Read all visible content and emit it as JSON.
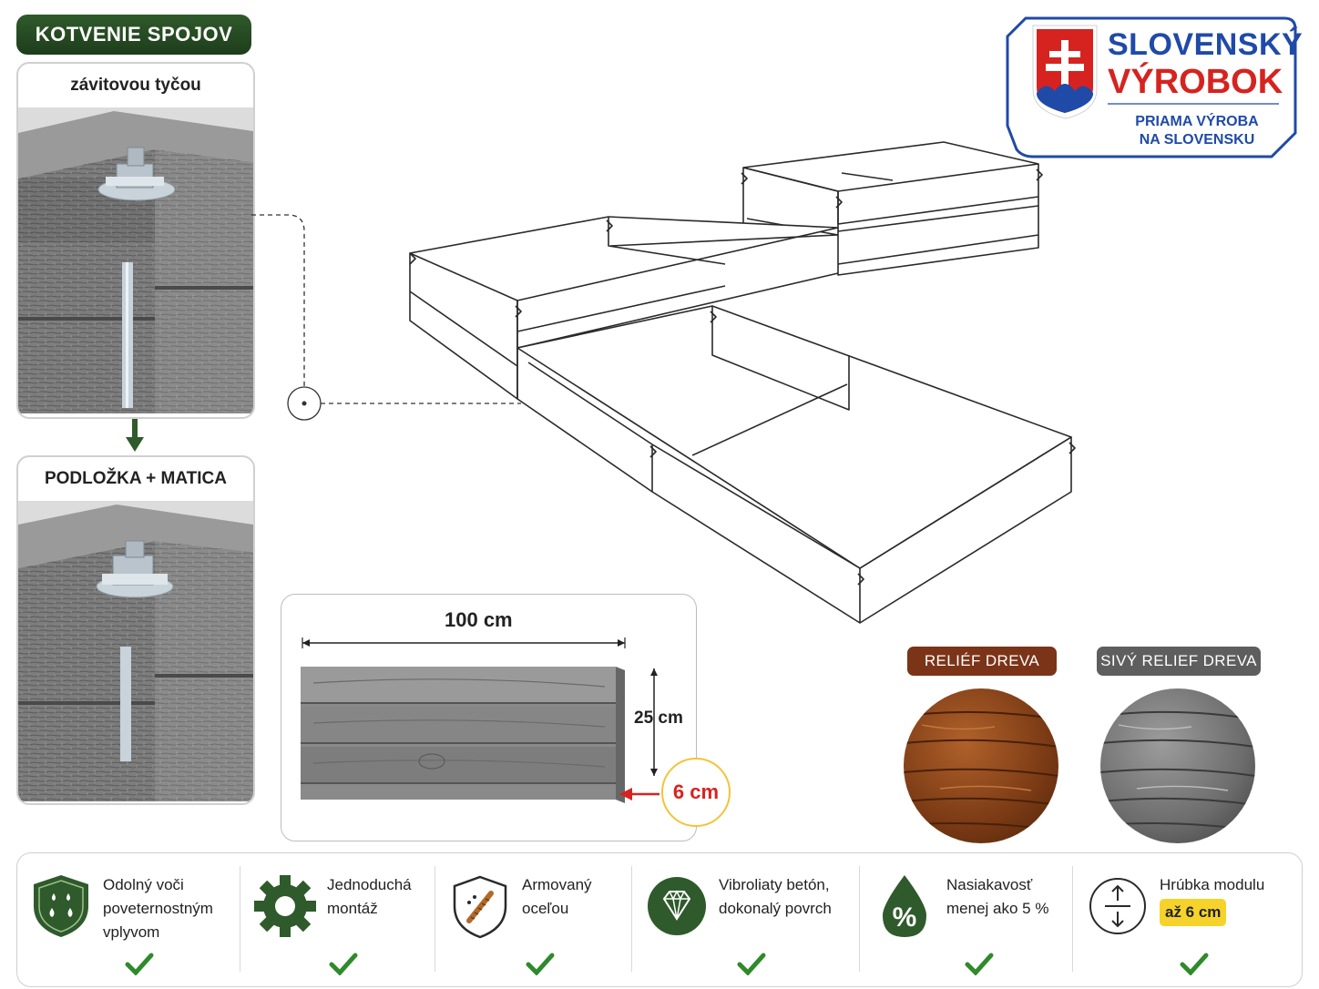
{
  "header": {
    "title": "KOTVENIE SPOJOV"
  },
  "steps": [
    {
      "caption": "závitovou tyčou"
    },
    {
      "caption": "PODLOŽKA + MATICA"
    }
  ],
  "badge": {
    "line1": "SLOVENSKÝ",
    "line2": "VÝROBOK",
    "sub1": "PRIAMA VÝROBA",
    "sub2": "NA SLOVENSKU",
    "colors": {
      "blue": "#1f4aa8",
      "red": "#d6231f",
      "green": "#2f6a2a"
    }
  },
  "dimensions": {
    "length": "100 cm",
    "height": "25 cm",
    "thickness": "6 cm"
  },
  "finishes": [
    {
      "label": "RELIÉF DREVA",
      "color": "#7b3418"
    },
    {
      "label": "SIVÝ RELIEF DREVA",
      "color": "#5e5e5e"
    }
  ],
  "features": [
    {
      "icon": "shield-drops-icon",
      "lines": [
        "Odolný voči",
        "poveternostným",
        "vplyvom"
      ]
    },
    {
      "icon": "gear-icon",
      "lines": [
        "Jednoduchá",
        "montáž"
      ]
    },
    {
      "icon": "shield-rebar-icon",
      "lines": [
        "Armovaný",
        "oceľou"
      ]
    },
    {
      "icon": "diamond-icon",
      "lines": [
        "Vibroliaty betón,",
        "dokonalý povrch"
      ]
    },
    {
      "icon": "percent-drop-icon",
      "lines": [
        "Nasiakavosť",
        "menej ako 5 %"
      ]
    },
    {
      "icon": "thickness-arrows-icon",
      "lines": [
        "Hrúbka modulu"
      ],
      "highlight": "až 6 cm"
    }
  ]
}
